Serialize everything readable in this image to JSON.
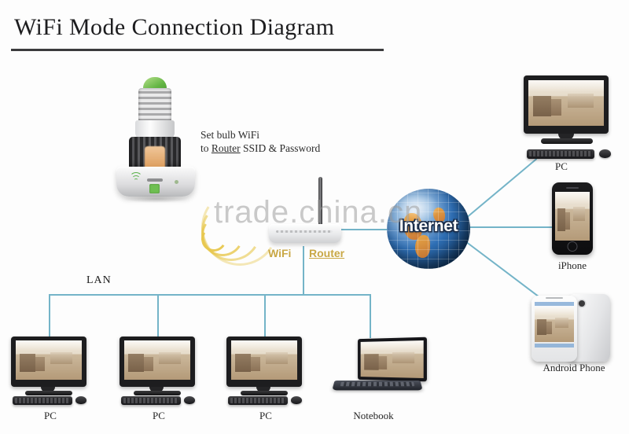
{
  "page": {
    "title": "WiFi Mode Connection Diagram",
    "watermark": "trade.china.cn",
    "line_color": "#74b4c8",
    "label_gold_color": "#c9a846",
    "background_color": "#fdfdfd"
  },
  "annotations": {
    "bulb_note_line1": "Set bulb WiFi",
    "bulb_note_line2_pre": "to ",
    "bulb_note_line2_underlined": "Router",
    "bulb_note_line2_post": " SSID & Password",
    "lan_label": "LAN",
    "wifi_label": "WiFi",
    "router_label": "Router",
    "internet_label": "Internet"
  },
  "nodes": {
    "bulb": {
      "name": "wifi-bulb-camera",
      "icons": [
        "wifi-icon",
        "lock-icon"
      ]
    },
    "router": {
      "name": "wireless-router",
      "label": "Router"
    },
    "internet": {
      "name": "internet-globe",
      "label": "Internet"
    }
  },
  "devices": {
    "top_right_pc": {
      "label": "PC"
    },
    "iphone": {
      "label": "iPhone"
    },
    "android_phone": {
      "label": "Android Phone"
    },
    "lan_devices": [
      {
        "label": "PC"
      },
      {
        "label": "PC"
      },
      {
        "label": "PC"
      },
      {
        "label": "Notebook"
      }
    ]
  }
}
